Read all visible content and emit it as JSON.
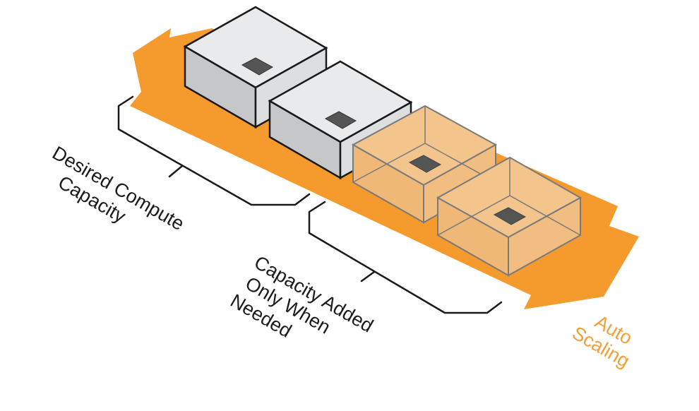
{
  "labels": {
    "desired_line1": "Desired Compute",
    "desired_line2": "Capacity",
    "added_line1": "Capacity Added",
    "added_line2": "Only When",
    "added_line3": "Needed",
    "auto_line1": "Auto",
    "auto_line2": "Scaling"
  },
  "colors": {
    "arrow": "#f59a2d",
    "solid_box_top": "#e8e9ea",
    "solid_box_side": "#c8c9cb",
    "ghost_box_fill": "#f4c48c",
    "outline": "#1a1a1a",
    "chip": "#555555"
  }
}
